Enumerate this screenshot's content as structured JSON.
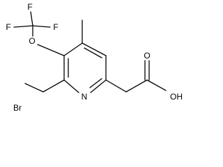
{
  "molecule": {
    "atoms": {
      "f1": "F",
      "f2": "F",
      "f3": "F",
      "o_ether": "O",
      "br": "Br",
      "n_ring": "N",
      "o_carbonyl": "O",
      "oh": "OH"
    }
  }
}
